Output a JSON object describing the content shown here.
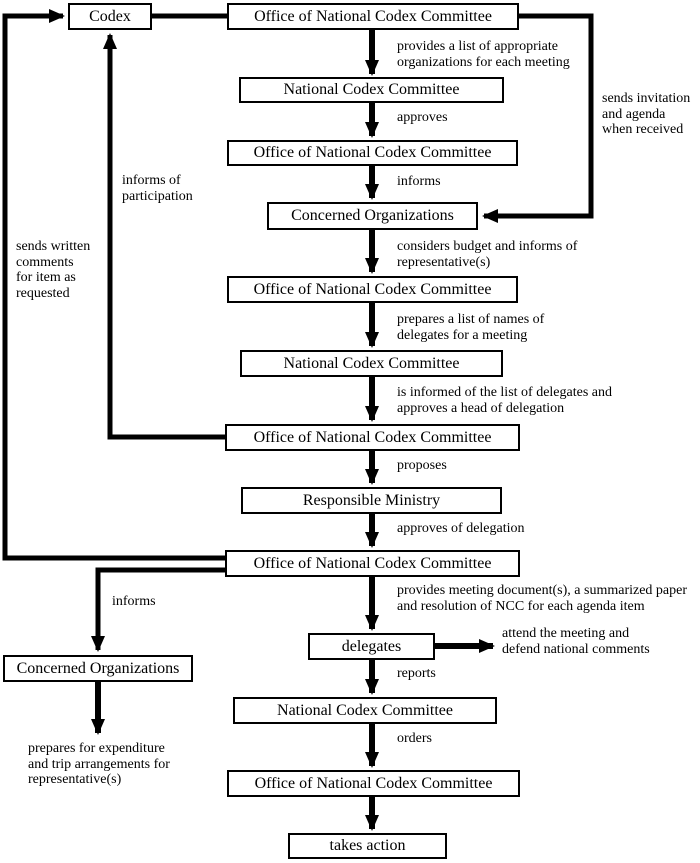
{
  "diagram": {
    "kind": "flowchart",
    "topic": "National Codex Committee meeting participation process"
  },
  "colors": {
    "line": "#000000",
    "background": "#ffffff",
    "text": "#000000"
  },
  "nodes": {
    "codex": "Codex",
    "office1": "Office of National Codex Committee",
    "ncc1": "National Codex Committee",
    "office2": "Office of National Codex Committee",
    "concerned1": "Concerned Organizations",
    "office3": "Office of National Codex Committee",
    "ncc2": "National Codex Committee",
    "office4": "Office of National Codex Committee",
    "ministry": "Responsible Ministry",
    "office5": "Office of National Codex Committee",
    "concerned2": "Concerned Organizations",
    "delegates": "delegates",
    "ncc3": "National Codex Committee",
    "office6": "Office of National Codex Committee",
    "takes_action": "takes action"
  },
  "edge_labels": {
    "provides_list": "provides a list of appropriate\norganizations for each meeting",
    "approves": "approves",
    "informs_concerned": "informs",
    "sends_invitation": "sends invitation\nand agenda\nwhen received",
    "considers_budget": "considers budget and informs of\nrepresentative(s)",
    "prepares_names": "prepares a list of names of\ndelegates for a meeting",
    "is_informed": "is informed of the list of delegates and\napproves a head of delegation",
    "informs_participation": "informs of\nparticipation",
    "proposes": "proposes",
    "approves_delegation": "approves of delegation",
    "sends_written": "sends written\ncomments\nfor item as\nrequested",
    "provides_documents": "provides meeting document(s), a summarized paper\nand resolution of NCC for each agenda item",
    "informs_org": "informs",
    "attend_meeting": "attend the meeting and\ndefend national comments",
    "reports": "reports",
    "orders": "orders",
    "prepares_expenditure": "prepares for expenditure\nand trip arrangements for\nrepresentative(s)"
  }
}
